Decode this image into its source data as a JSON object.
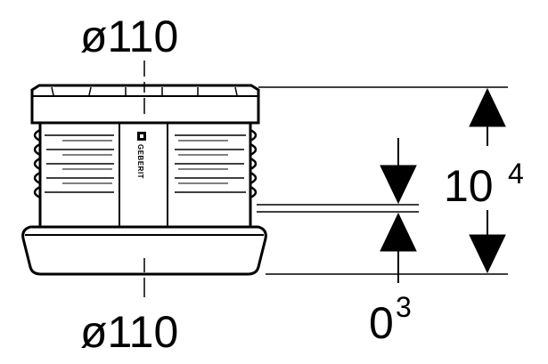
{
  "drawing": {
    "top_diameter": "ø110",
    "bottom_diameter": "ø110",
    "height": {
      "base": "10",
      "exponent": "4"
    },
    "gap": {
      "base": "0",
      "exponent": "3"
    },
    "brand_mark": "GEBERIT"
  }
}
